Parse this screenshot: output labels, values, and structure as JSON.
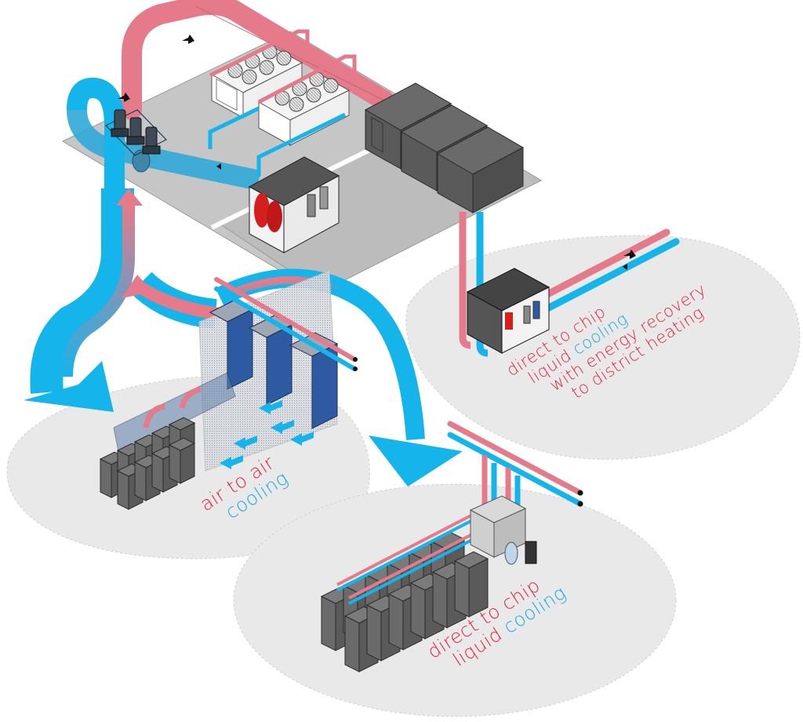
{
  "colors": {
    "hot": "#e57a8a",
    "hot_text": "#e0243f",
    "cold": "#15b4ea",
    "cold_text": "#1ea7e1",
    "floor": "#c7c7c7",
    "zone_bg": "#e9e9e9",
    "equipment_dark": "#5a5a5a",
    "equipment_navy": "#2d5aa0",
    "tank_red": "#d41f1f"
  },
  "zones": [
    {
      "id": "air-to-air",
      "lines": [
        [
          {
            "text": "air to air",
            "tone": "hot"
          }
        ],
        [
          {
            "text": "cooling",
            "tone": "cold"
          }
        ]
      ]
    },
    {
      "id": "dtc-liquid",
      "lines": [
        [
          {
            "text": "direct to chip",
            "tone": "hot"
          }
        ],
        [
          {
            "text": "liquid ",
            "tone": "hot"
          },
          {
            "text": "cooling",
            "tone": "cold"
          }
        ]
      ]
    },
    {
      "id": "dtc-heat-recovery",
      "lines": [
        [
          {
            "text": "direct to chip",
            "tone": "hot"
          }
        ],
        [
          {
            "text": "liquid ",
            "tone": "hot"
          },
          {
            "text": "cooling",
            "tone": "cold"
          }
        ],
        [
          {
            "text": "with energy recovery",
            "tone": "hot"
          }
        ],
        [
          {
            "text": "to district heating",
            "tone": "hot"
          }
        ]
      ]
    }
  ],
  "labels": {
    "air_line1": "air to air",
    "air_line2": "cooling",
    "dtc_line1": "direct to chip",
    "dtc_line2a": "liquid ",
    "dtc_line2b": "cooling",
    "hr_line1": "direct to chip",
    "hr_line2a": "liquid ",
    "hr_line2b": "cooling",
    "hr_line3": "with energy recovery",
    "hr_line4": "to district heating"
  },
  "components": {
    "dry_coolers": 2,
    "container_modules": 3,
    "pump_units": 3,
    "rear_door_units": 3,
    "server_racks_air": 9,
    "server_racks_liquid": 12
  }
}
